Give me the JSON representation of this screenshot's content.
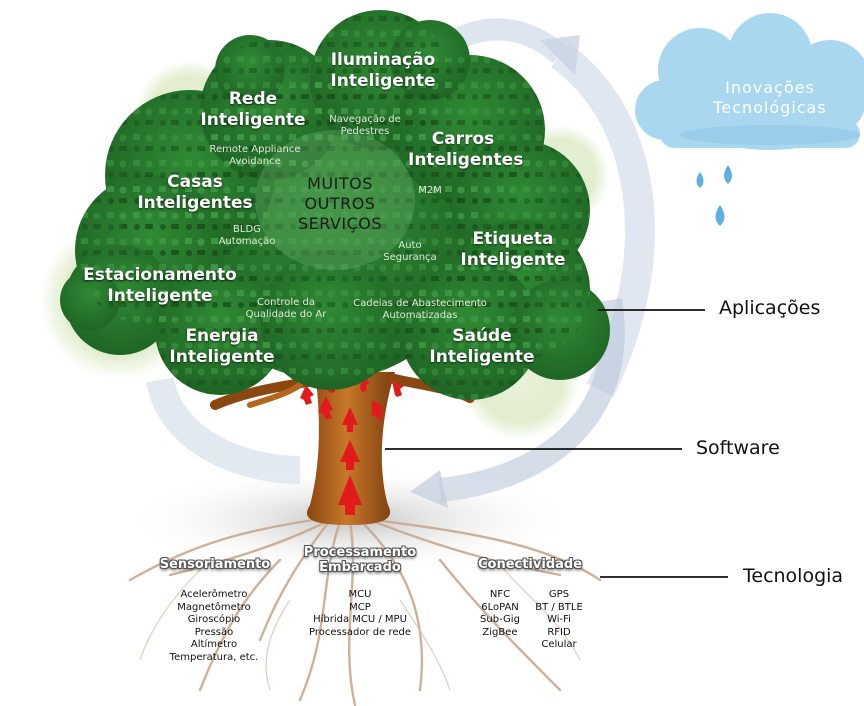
{
  "cloud": {
    "line1": "Inovações",
    "line2": "Tecnológicas"
  },
  "side_labels": {
    "apps": "Aplicações",
    "software": "Software",
    "tech": "Tecnologia"
  },
  "apps": {
    "iluminacao": [
      "Iluminação",
      "Inteligente"
    ],
    "rede": [
      "Rede",
      "Inteligente"
    ],
    "carros": [
      "Carros",
      "Inteligentes"
    ],
    "casas": [
      "Casas",
      "Inteligentes"
    ],
    "etiqueta": [
      "Etiqueta",
      "Inteligente"
    ],
    "estacionamento": [
      "Estacionamento",
      "Inteligente"
    ],
    "energia": [
      "Energia",
      "Inteligente"
    ],
    "saude": [
      "Saúde",
      "Inteligente"
    ]
  },
  "services": {
    "navegacao": [
      "Navegação de",
      "Pedestres"
    ],
    "remote": [
      "Remote Appliance",
      "Avoidance"
    ],
    "m2m": "M2M",
    "bldg": [
      "BLDG",
      "Automação"
    ],
    "auto": [
      "Auto",
      "Segurança"
    ],
    "controle": [
      "Controle da",
      "Qualidade do Ar"
    ],
    "cadeias": [
      "Cadeias de Abastecimento",
      "Automatizadas"
    ]
  },
  "center": [
    "MUITOS",
    "OUTROS",
    "SERVIÇOS"
  ],
  "roots": {
    "sensoriamento": {
      "title": "Sensoriamento",
      "items": [
        "Acelerômetro",
        "Magnetômetro",
        "Giroscópio",
        "Pressão",
        "Altímetro",
        "Temperatura, etc."
      ]
    },
    "processamento": {
      "title": [
        "Processamento",
        "Embarcado"
      ],
      "items": [
        "MCU",
        "MCP",
        "Híbrida MCU / MPU",
        "Processador de rede"
      ]
    },
    "conectividade": {
      "title": "Conectividade",
      "col1": [
        "NFC",
        "6LoPAN",
        "Sub-Gig",
        "ZigBee"
      ],
      "col2": [
        "GPS",
        "BT / BTLE",
        "Wi-Fi",
        "RFID",
        "Celular"
      ]
    }
  },
  "colors": {
    "foliage": "#2a7a2e",
    "foliage_dark": "#1d5e22",
    "trunk": "#b5651d",
    "arrow": "#e11b1b",
    "cloud": "#a9d7ef",
    "rain": "#5fb0de",
    "halo": "#cfe0b0"
  }
}
